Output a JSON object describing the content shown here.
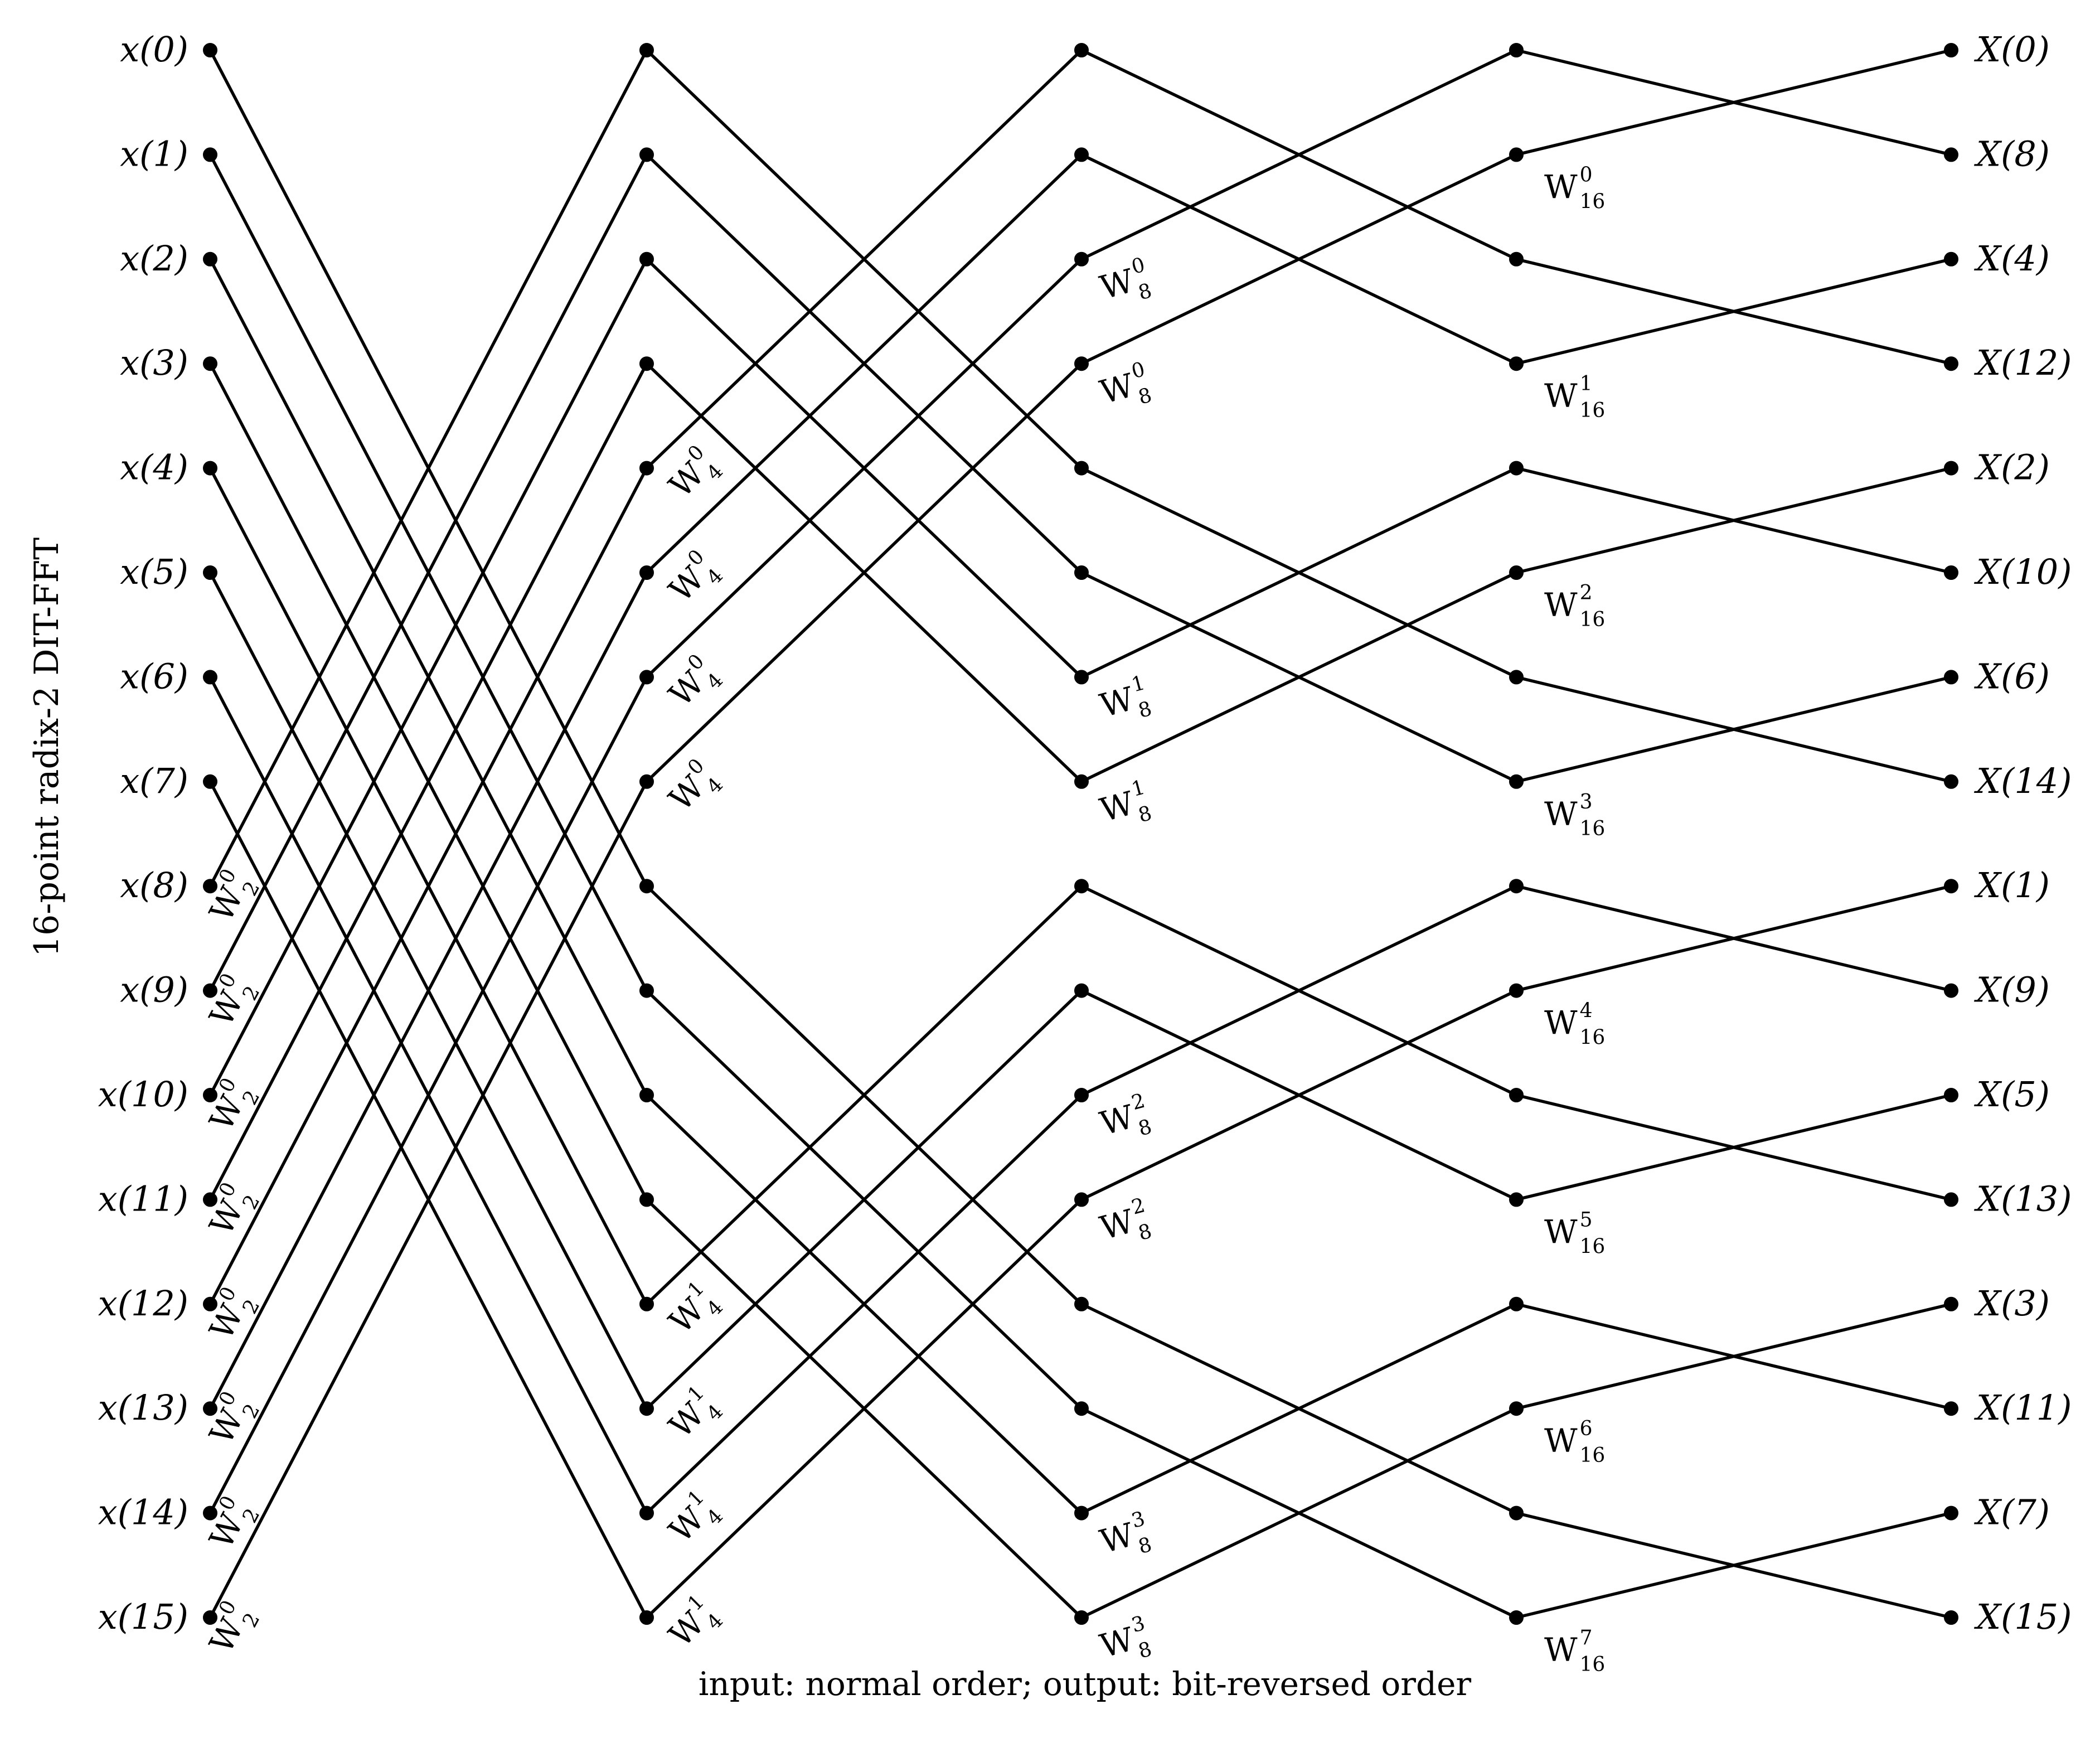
{
  "side_title": "16-point radix-2 DIT-FFT",
  "caption": "input: normal order; output: bit-reversed order",
  "inputs": [
    "x(0)",
    "x(1)",
    "x(2)",
    "x(3)",
    "x(4)",
    "x(5)",
    "x(6)",
    "x(7)",
    "x(8)",
    "x(9)",
    "x(10)",
    "x(11)",
    "x(12)",
    "x(13)",
    "x(14)",
    "x(15)"
  ],
  "outputs": [
    "X(0)",
    "X(8)",
    "X(4)",
    "X(12)",
    "X(2)",
    "X(10)",
    "X(6)",
    "X(14)",
    "X(1)",
    "X(9)",
    "X(5)",
    "X(13)",
    "X(3)",
    "X(11)",
    "X(7)",
    "X(15)"
  ],
  "twiddles": {
    "stage1": [
      {
        "base": "W",
        "sub": "2",
        "sup": "0"
      },
      {
        "base": "W",
        "sub": "2",
        "sup": "0"
      },
      {
        "base": "W",
        "sub": "2",
        "sup": "0"
      },
      {
        "base": "W",
        "sub": "2",
        "sup": "0"
      },
      {
        "base": "W",
        "sub": "2",
        "sup": "0"
      },
      {
        "base": "W",
        "sub": "2",
        "sup": "0"
      },
      {
        "base": "W",
        "sub": "2",
        "sup": "0"
      },
      {
        "base": "W",
        "sub": "2",
        "sup": "0"
      }
    ],
    "stage2": [
      {
        "base": "W",
        "sub": "4",
        "sup": "0"
      },
      {
        "base": "W",
        "sub": "4",
        "sup": "0"
      },
      {
        "base": "W",
        "sub": "4",
        "sup": "0"
      },
      {
        "base": "W",
        "sub": "4",
        "sup": "0"
      },
      {
        "base": "W",
        "sub": "4",
        "sup": "1"
      },
      {
        "base": "W",
        "sub": "4",
        "sup": "1"
      },
      {
        "base": "W",
        "sub": "4",
        "sup": "1"
      },
      {
        "base": "W",
        "sub": "4",
        "sup": "1"
      }
    ],
    "stage3": [
      {
        "base": "W",
        "sub": "8",
        "sup": "0"
      },
      {
        "base": "W",
        "sub": "8",
        "sup": "0"
      },
      {
        "base": "W",
        "sub": "8",
        "sup": "1"
      },
      {
        "base": "W",
        "sub": "8",
        "sup": "1"
      },
      {
        "base": "W",
        "sub": "8",
        "sup": "2"
      },
      {
        "base": "W",
        "sub": "8",
        "sup": "2"
      },
      {
        "base": "W",
        "sub": "8",
        "sup": "3"
      },
      {
        "base": "W",
        "sub": "8",
        "sup": "3"
      }
    ],
    "stage4": [
      {
        "base": "W",
        "sub": "16",
        "sup": "0"
      },
      {
        "base": "W",
        "sub": "16",
        "sup": "1"
      },
      {
        "base": "W",
        "sub": "16",
        "sup": "2"
      },
      {
        "base": "W",
        "sub": "16",
        "sup": "3"
      },
      {
        "base": "W",
        "sub": "16",
        "sup": "4"
      },
      {
        "base": "W",
        "sub": "16",
        "sup": "5"
      },
      {
        "base": "W",
        "sub": "16",
        "sup": "6"
      },
      {
        "base": "W",
        "sub": "16",
        "sup": "7"
      }
    ]
  }
}
